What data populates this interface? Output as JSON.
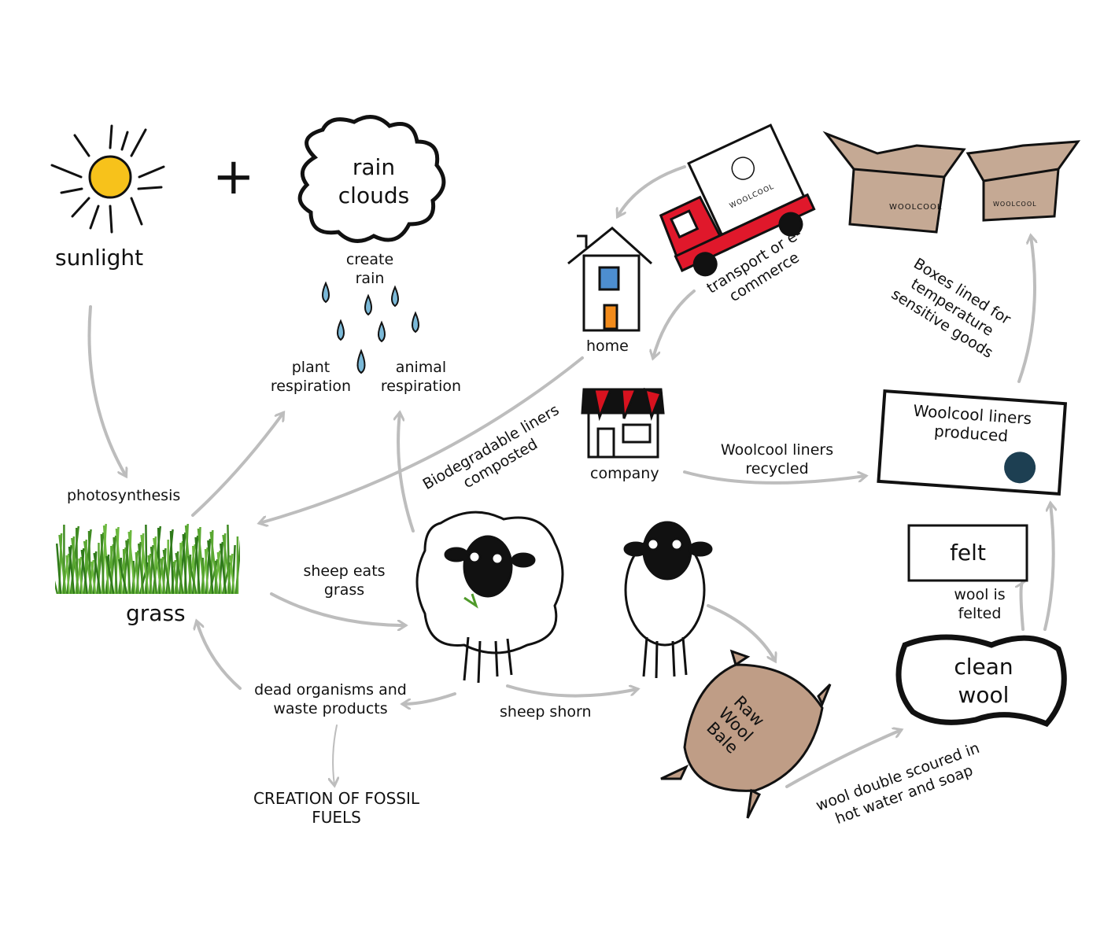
{
  "labels": {
    "sunlight": "sunlight",
    "plus": "+",
    "rain_clouds": "rain clouds",
    "create_rain": "create rain",
    "plant_respiration": "plant respiration",
    "animal_respiration": "animal respiration",
    "photosynthesis": "photosynthesis",
    "grass": "grass",
    "sheep_eats_grass": "sheep eats grass",
    "dead_organisms": "dead organisms and waste products",
    "fossil_fuels": "CREATION OF FOSSIL FUELS",
    "sheep_shorn": "sheep shorn",
    "raw_wool_bale": "Raw Wool Bale",
    "wool_scoured": "wool double scoured in hot water and soap",
    "clean_wool": "clean wool",
    "wool_felted": "wool is felted",
    "felt": "felt",
    "liners_produced": "Woolcool liners produced",
    "liners_recycled": "Woolcool liners recycled",
    "boxes_lined": "Boxes lined for temperature sensitive goods",
    "transport": "transport or e-commerce",
    "home": "home",
    "company": "company",
    "biodegradable": "Biodegradable liners composted"
  },
  "logo_text": "WOOLCOOL",
  "colors": {
    "arrow": "#bdbdbd",
    "sun": "#f7c21b",
    "rain": "#7bb9d8",
    "grass": "#4f9a2a",
    "truck": "#e0182b",
    "box": "#c5a994",
    "bale": "#bf9d86",
    "shop_awning": "#d8121f",
    "badge": "#1d3f52"
  }
}
